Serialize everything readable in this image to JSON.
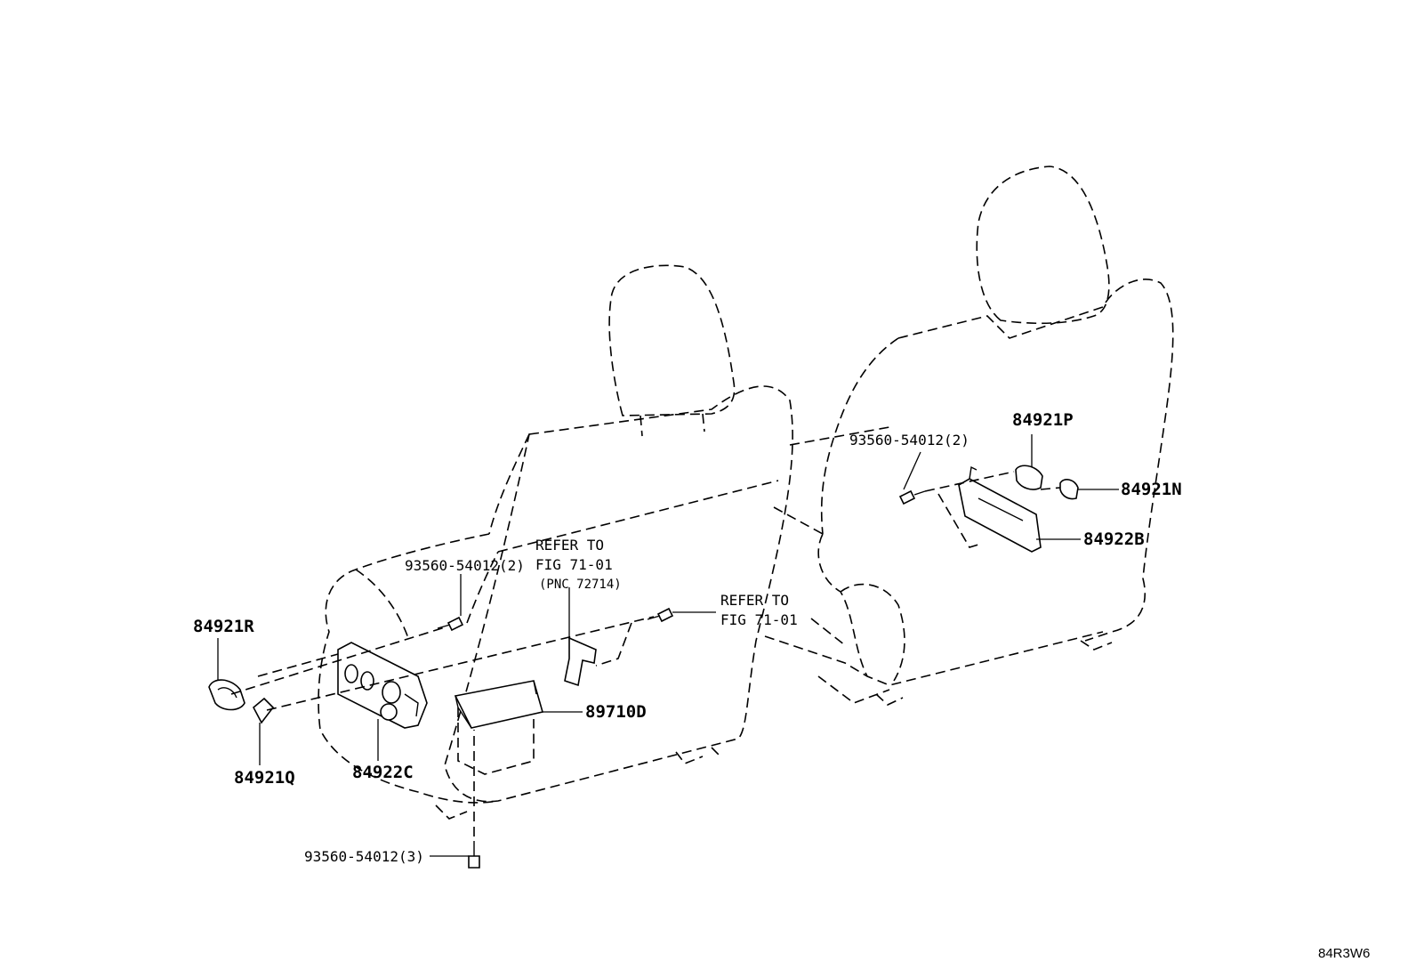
{
  "diagram": {
    "reference_code": "84R3W6",
    "labels": {
      "part_84921R": "84921R",
      "part_84921Q": "84921Q",
      "part_84922C": "84922C",
      "part_89710D": "89710D",
      "part_84921P": "84921P",
      "part_84921N": "84921N",
      "part_84922B": "84922B",
      "screw_left_top": "93560-54012(2)",
      "screw_right_top": "93560-54012(2)",
      "screw_bottom": "93560-54012(3)",
      "refer1_line1": "REFER TO",
      "refer1_line2": "FIG 71-01",
      "refer1_line3": "(PNC 72714)",
      "refer2_line1": "REFER TO",
      "refer2_line2": "FIG 71-01"
    }
  }
}
